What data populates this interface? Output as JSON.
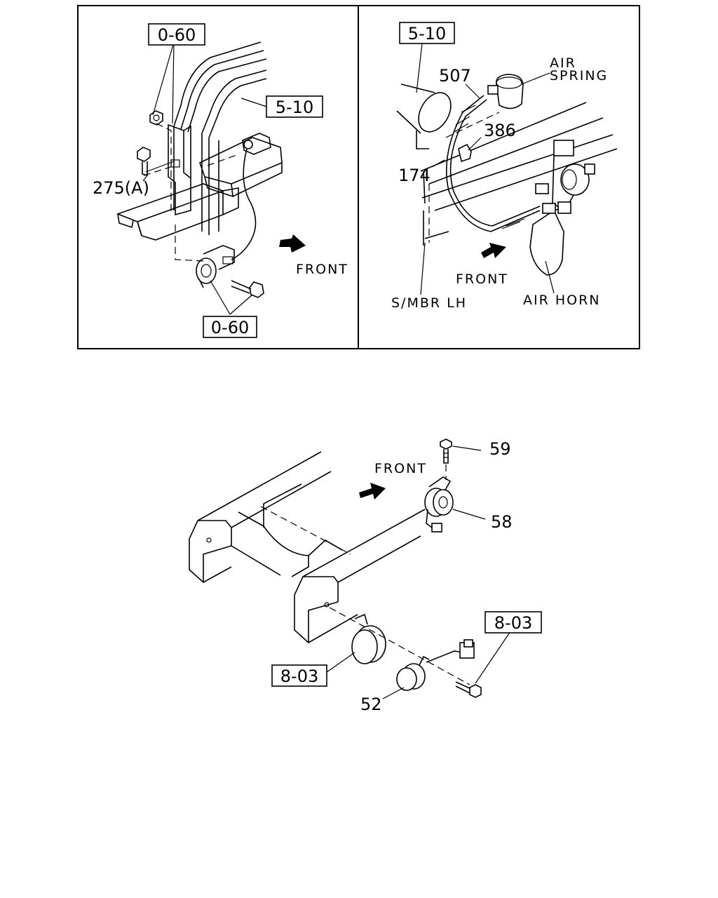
{
  "panel_left": {
    "callouts": {
      "ref_top": "0-60",
      "ref_right": "5-10",
      "ref_bottom": "0-60"
    },
    "labels": {
      "part_275a": "275(A)",
      "front": "FRONT"
    }
  },
  "panel_right": {
    "callouts": {
      "ref_top": "5-10"
    },
    "labels": {
      "part_507": "507",
      "air_spring_line1": "AIR",
      "air_spring_line2": "SPRING",
      "part_386": "386",
      "part_174": "174",
      "front": "FRONT",
      "smbr": "S/MBR LH",
      "air_horn": "AIR HORN"
    }
  },
  "lower_diagram": {
    "callouts": {
      "ref_left": "8-03",
      "ref_right": "8-03"
    },
    "labels": {
      "part_59": "59",
      "front": "FRONT",
      "part_58": "58",
      "part_52": "52"
    }
  }
}
